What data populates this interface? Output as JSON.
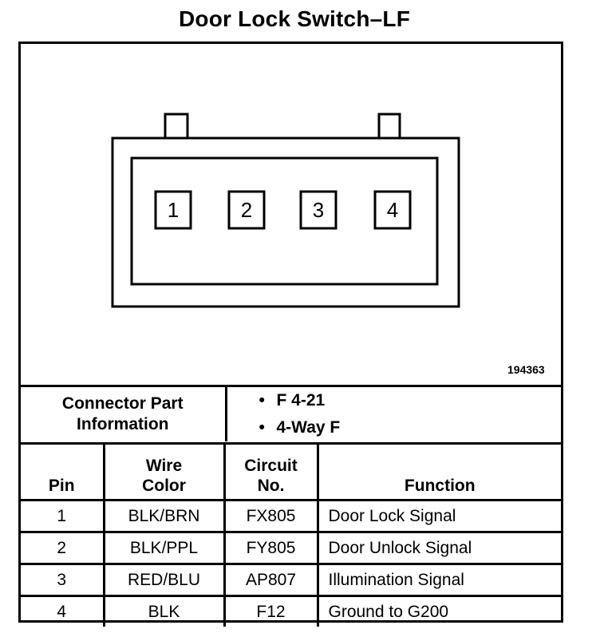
{
  "title": "Door Lock Switch–LF",
  "diagram": {
    "pins": [
      "1",
      "2",
      "3",
      "4"
    ],
    "id": "194363"
  },
  "connector_info": {
    "label": "Connector Part Information",
    "items": [
      "F 4-21",
      "4-Way F"
    ]
  },
  "table": {
    "headers": {
      "pin": "Pin",
      "wire_color_line1": "Wire",
      "wire_color_line2": "Color",
      "circuit_line1": "Circuit",
      "circuit_line2": "No.",
      "function": "Function"
    },
    "rows": [
      {
        "pin": "1",
        "wire_color": "BLK/BRN",
        "circuit": "FX805",
        "function": "Door Lock Signal"
      },
      {
        "pin": "2",
        "wire_color": "BLK/PPL",
        "circuit": "FY805",
        "function": "Door Unlock Signal"
      },
      {
        "pin": "3",
        "wire_color": "RED/BLU",
        "circuit": "AP807",
        "function": "Illumination Signal"
      },
      {
        "pin": "4",
        "wire_color": "BLK",
        "circuit": "F12",
        "function": "Ground to G200"
      }
    ]
  }
}
